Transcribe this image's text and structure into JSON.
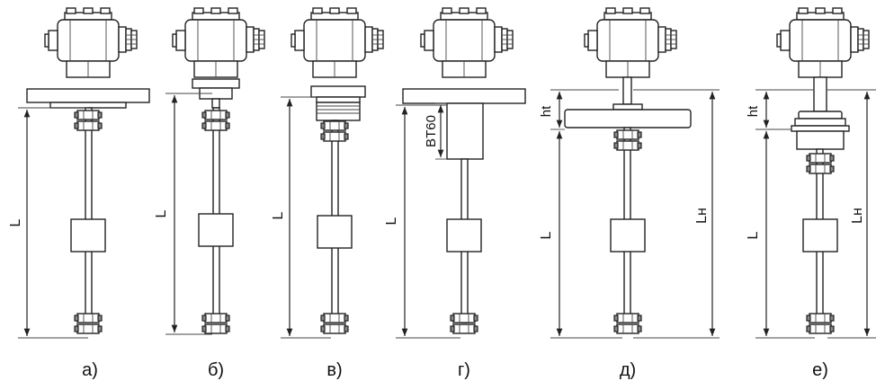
{
  "figure": {
    "variants": [
      {
        "id": "a",
        "caption": "а)",
        "labels": [
          "L"
        ]
      },
      {
        "id": "b",
        "caption": "б)",
        "labels": [
          "L"
        ]
      },
      {
        "id": "v",
        "caption": "в)",
        "labels": [
          "L"
        ]
      },
      {
        "id": "g",
        "caption": "г)",
        "labels": [
          "L",
          "BT60"
        ]
      },
      {
        "id": "d",
        "caption": "д)",
        "labels": [
          "L",
          "Lн",
          "ht"
        ]
      },
      {
        "id": "e",
        "caption": "е)",
        "labels": [
          "L",
          "Lн",
          "ht"
        ]
      }
    ],
    "icons": [
      "sensor-housing-icon",
      "cable-gland-icon",
      "float-icon",
      "flange-icon",
      "fitting-icon"
    ]
  }
}
